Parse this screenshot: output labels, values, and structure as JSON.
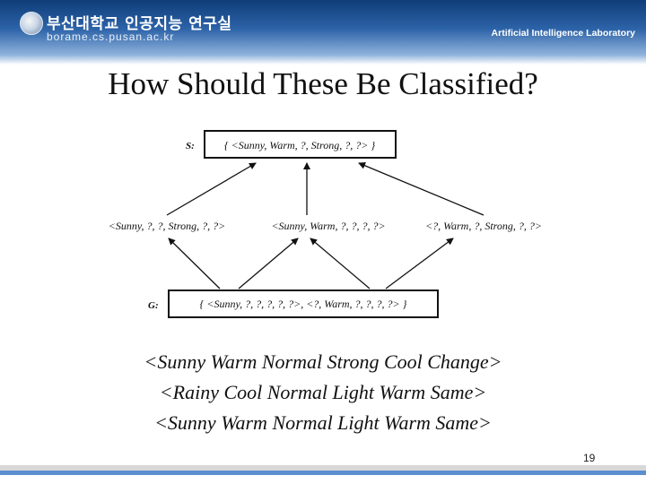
{
  "header": {
    "org_korean": "부산대학교 인공지능 연구실",
    "url": "borame.cs.pusan.ac.kr",
    "lab_name": "Artificial Intelligence Laboratory"
  },
  "title": "How Should These Be Classified?",
  "diagram": {
    "s_label": "S:",
    "s_box": "{ <Sunny, Warm, ?, Strong, ?, ?> }",
    "middle": [
      "<Sunny, ?, ?, Strong, ?, ?>",
      "<Sunny, Warm, ?, ?, ?, ?>",
      "<?, Warm, ?, Strong, ?, ?>"
    ],
    "g_label": "G:",
    "g_box": "{ <Sunny, ?, ?, ?, ?, ?>, <?, Warm, ?, ?, ?, ?> }"
  },
  "instances": [
    "<Sunny  Warm  Normal  Strong  Cool  Change>",
    "<Rainy  Cool  Normal  Light  Warm  Same>",
    "<Sunny  Warm  Normal  Light  Warm  Same>"
  ],
  "page_number": "19"
}
